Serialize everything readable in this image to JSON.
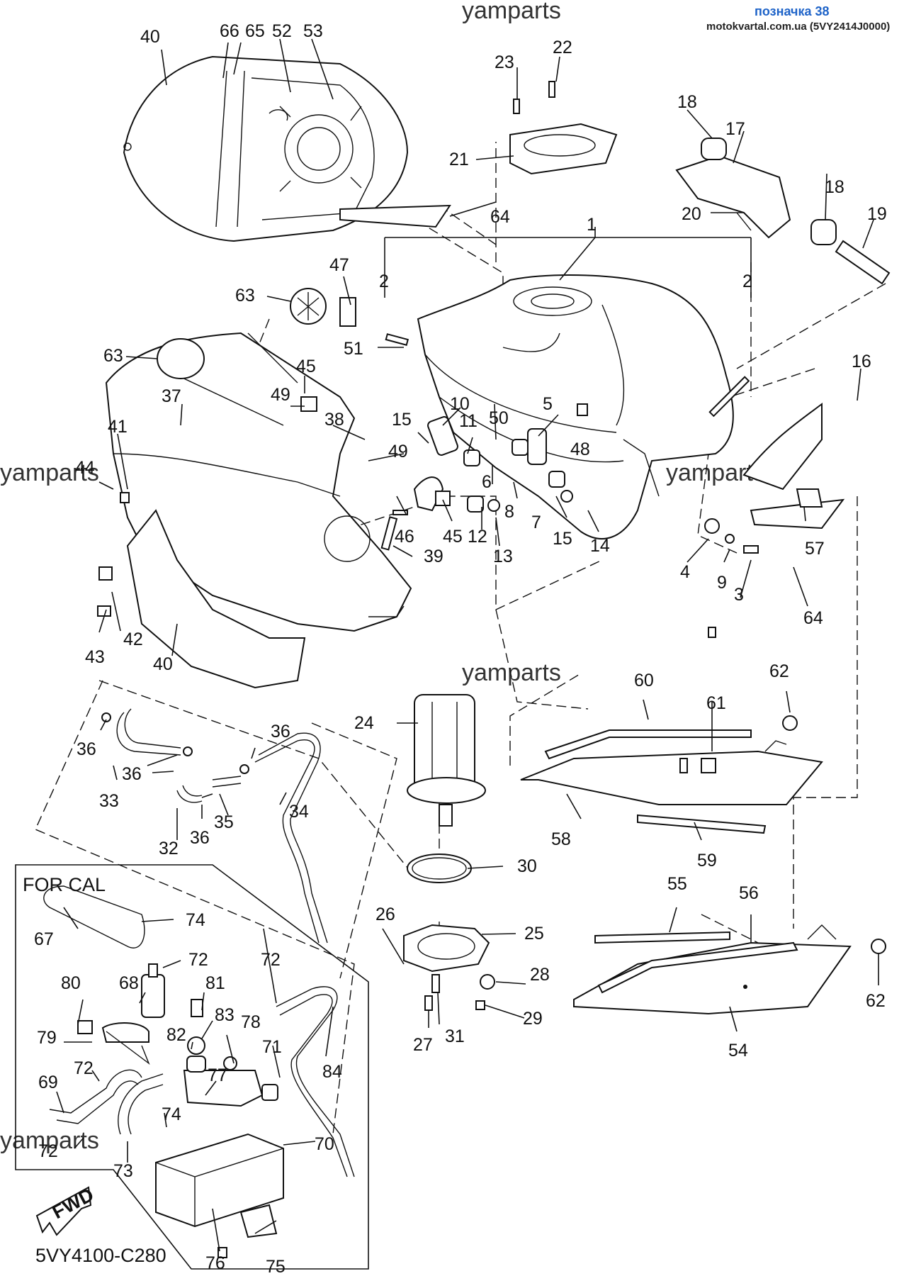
{
  "header": {
    "link_text": "позначка 38",
    "source_text": "motokvartal.com.ua (5VY2414J0000)"
  },
  "watermarks": [
    "yamparts",
    "yamparts",
    "yamparts",
    "yamparts",
    "yamparts"
  ],
  "inset": {
    "title": "FOR CAL"
  },
  "fwd_badge": "FWD",
  "diagram_code": "5VY4100-C280",
  "labels": {
    "l40a": "40",
    "l66": "66",
    "l65": "65",
    "l52": "52",
    "l53": "53",
    "l23": "23",
    "l22": "22",
    "l21": "21",
    "l64a": "64",
    "l18a": "18",
    "l17": "17",
    "l18b": "18",
    "l20": "20",
    "l19": "19",
    "l1": "1",
    "l2a": "2",
    "l2b": "2",
    "l47": "47",
    "l63a": "63",
    "l63b": "63",
    "l51": "51",
    "l45a": "45",
    "l49a": "49",
    "l37": "37",
    "l38": "38",
    "l10": "10",
    "l15a": "15",
    "l50": "50",
    "l5": "5",
    "l11": "11",
    "l49b": "49",
    "l48": "48",
    "l16": "16",
    "l41": "41",
    "l44": "44",
    "l6": "6",
    "l8": "8",
    "l7": "7",
    "l15b": "15",
    "l14": "14",
    "l46": "46",
    "l45b": "45",
    "l12": "12",
    "l13": "13",
    "l39": "39",
    "l57": "57",
    "l4": "4",
    "l9": "9",
    "l3": "3",
    "l64b": "64",
    "l42": "42",
    "l43": "43",
    "l40b": "40",
    "l60": "60",
    "l62a": "62",
    "l61": "61",
    "l24": "24",
    "l36a": "36",
    "l36b": "36",
    "l36c": "36",
    "l36d": "36",
    "l33": "33",
    "l34": "34",
    "l35": "35",
    "l32": "32",
    "l58": "58",
    "l59": "59",
    "l30": "30",
    "l55": "55",
    "l56": "56",
    "l26": "26",
    "l25": "25",
    "l28": "28",
    "l29": "29",
    "l27": "27",
    "l31": "31",
    "l62b": "62",
    "l54": "54",
    "l74a": "74",
    "l67": "67",
    "l72a": "72",
    "l72b": "72",
    "l80": "80",
    "l68": "68",
    "l81": "81",
    "l83": "83",
    "l78": "78",
    "l79": "79",
    "l82": "82",
    "l71": "71",
    "l84": "84",
    "l72c": "72",
    "l69": "69",
    "l77": "77",
    "l74b": "74",
    "l72d": "72",
    "l73": "73",
    "l70": "70",
    "l76": "76",
    "l75": "75"
  }
}
